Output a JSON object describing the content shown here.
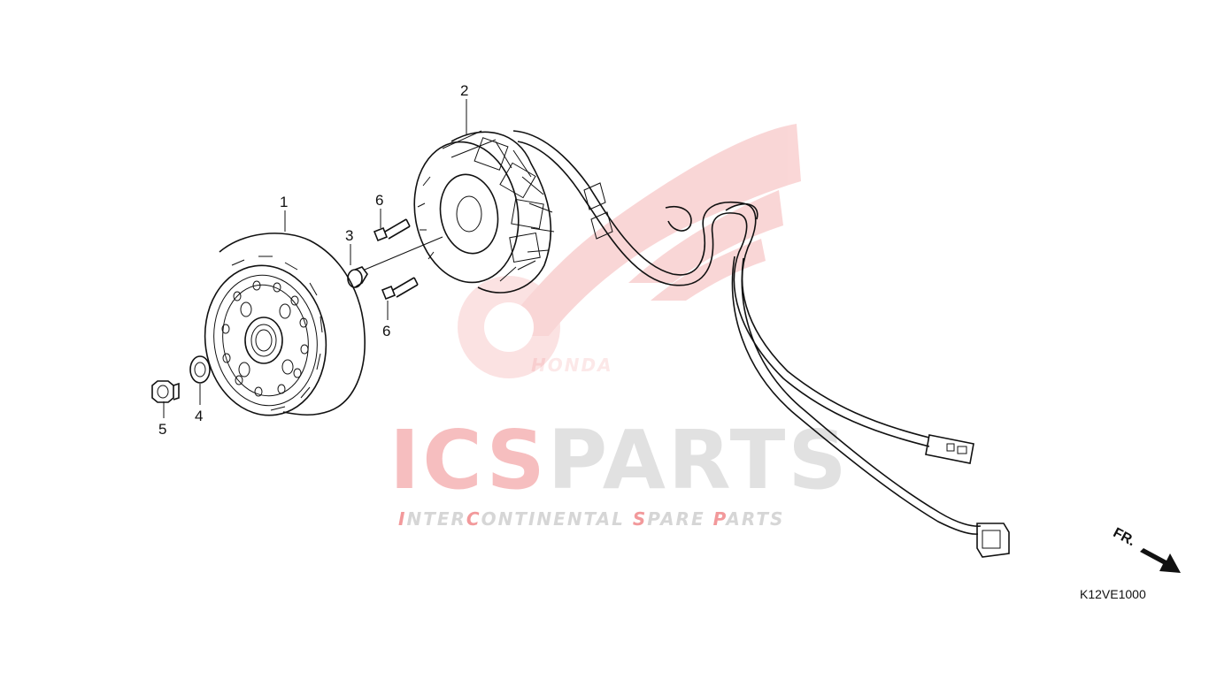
{
  "watermark": {
    "brand_red": "ICS",
    "brand_grey": "PARTS",
    "tagline_parts": [
      {
        "text": "I",
        "accent": true
      },
      {
        "text": "NTER",
        "accent": false
      },
      {
        "text": "C",
        "accent": true
      },
      {
        "text": "ONTINENTAL ",
        "accent": false
      },
      {
        "text": "S",
        "accent": true
      },
      {
        "text": "PARE ",
        "accent": false
      },
      {
        "text": "P",
        "accent": true
      },
      {
        "text": "ARTS",
        "accent": false
      }
    ],
    "logo_text": "HONDA",
    "accent_color": "#e8474b",
    "grey_color": "#c9c9c9"
  },
  "callouts": {
    "c1": "1",
    "c2": "2",
    "c3": "3",
    "c4": "4",
    "c5": "5",
    "c6a": "6",
    "c6b": "6"
  },
  "direction_label": "FR.",
  "diagram_code": "K12VE1000"
}
